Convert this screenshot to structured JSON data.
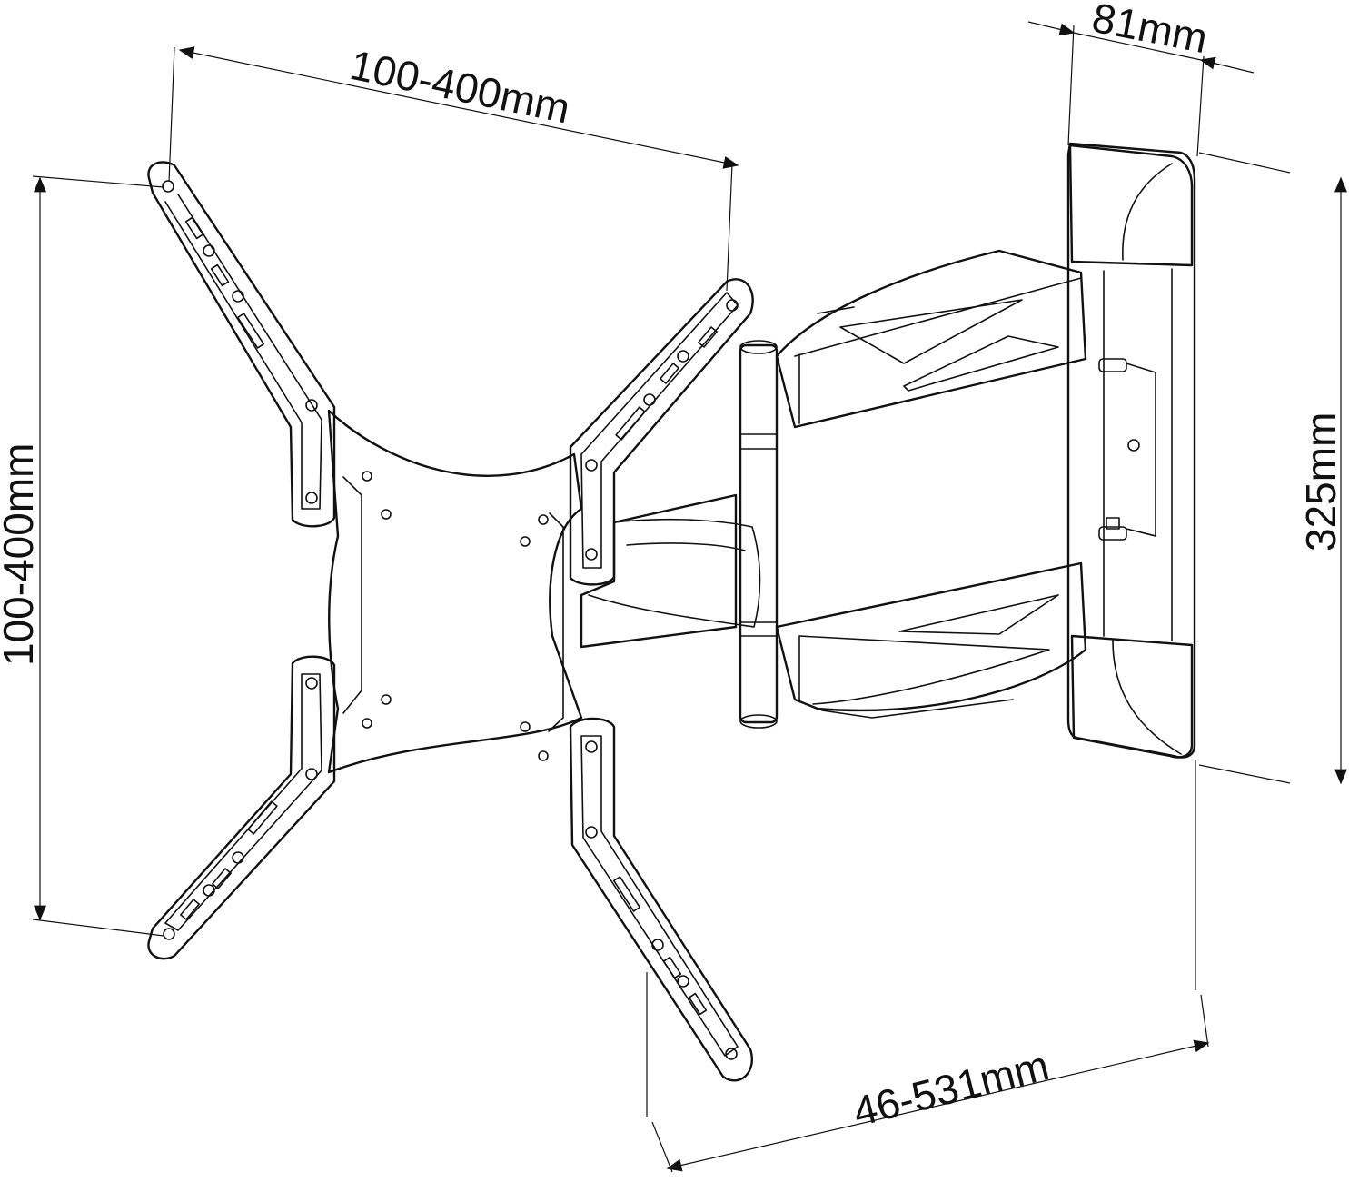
{
  "diagram": {
    "dimensions": {
      "vesa_width": "100-400mm",
      "vesa_height": "100-400mm",
      "wall_plate_depth": "81mm",
      "wall_plate_height": "325mm",
      "extension_range": "46-531mm"
    }
  }
}
